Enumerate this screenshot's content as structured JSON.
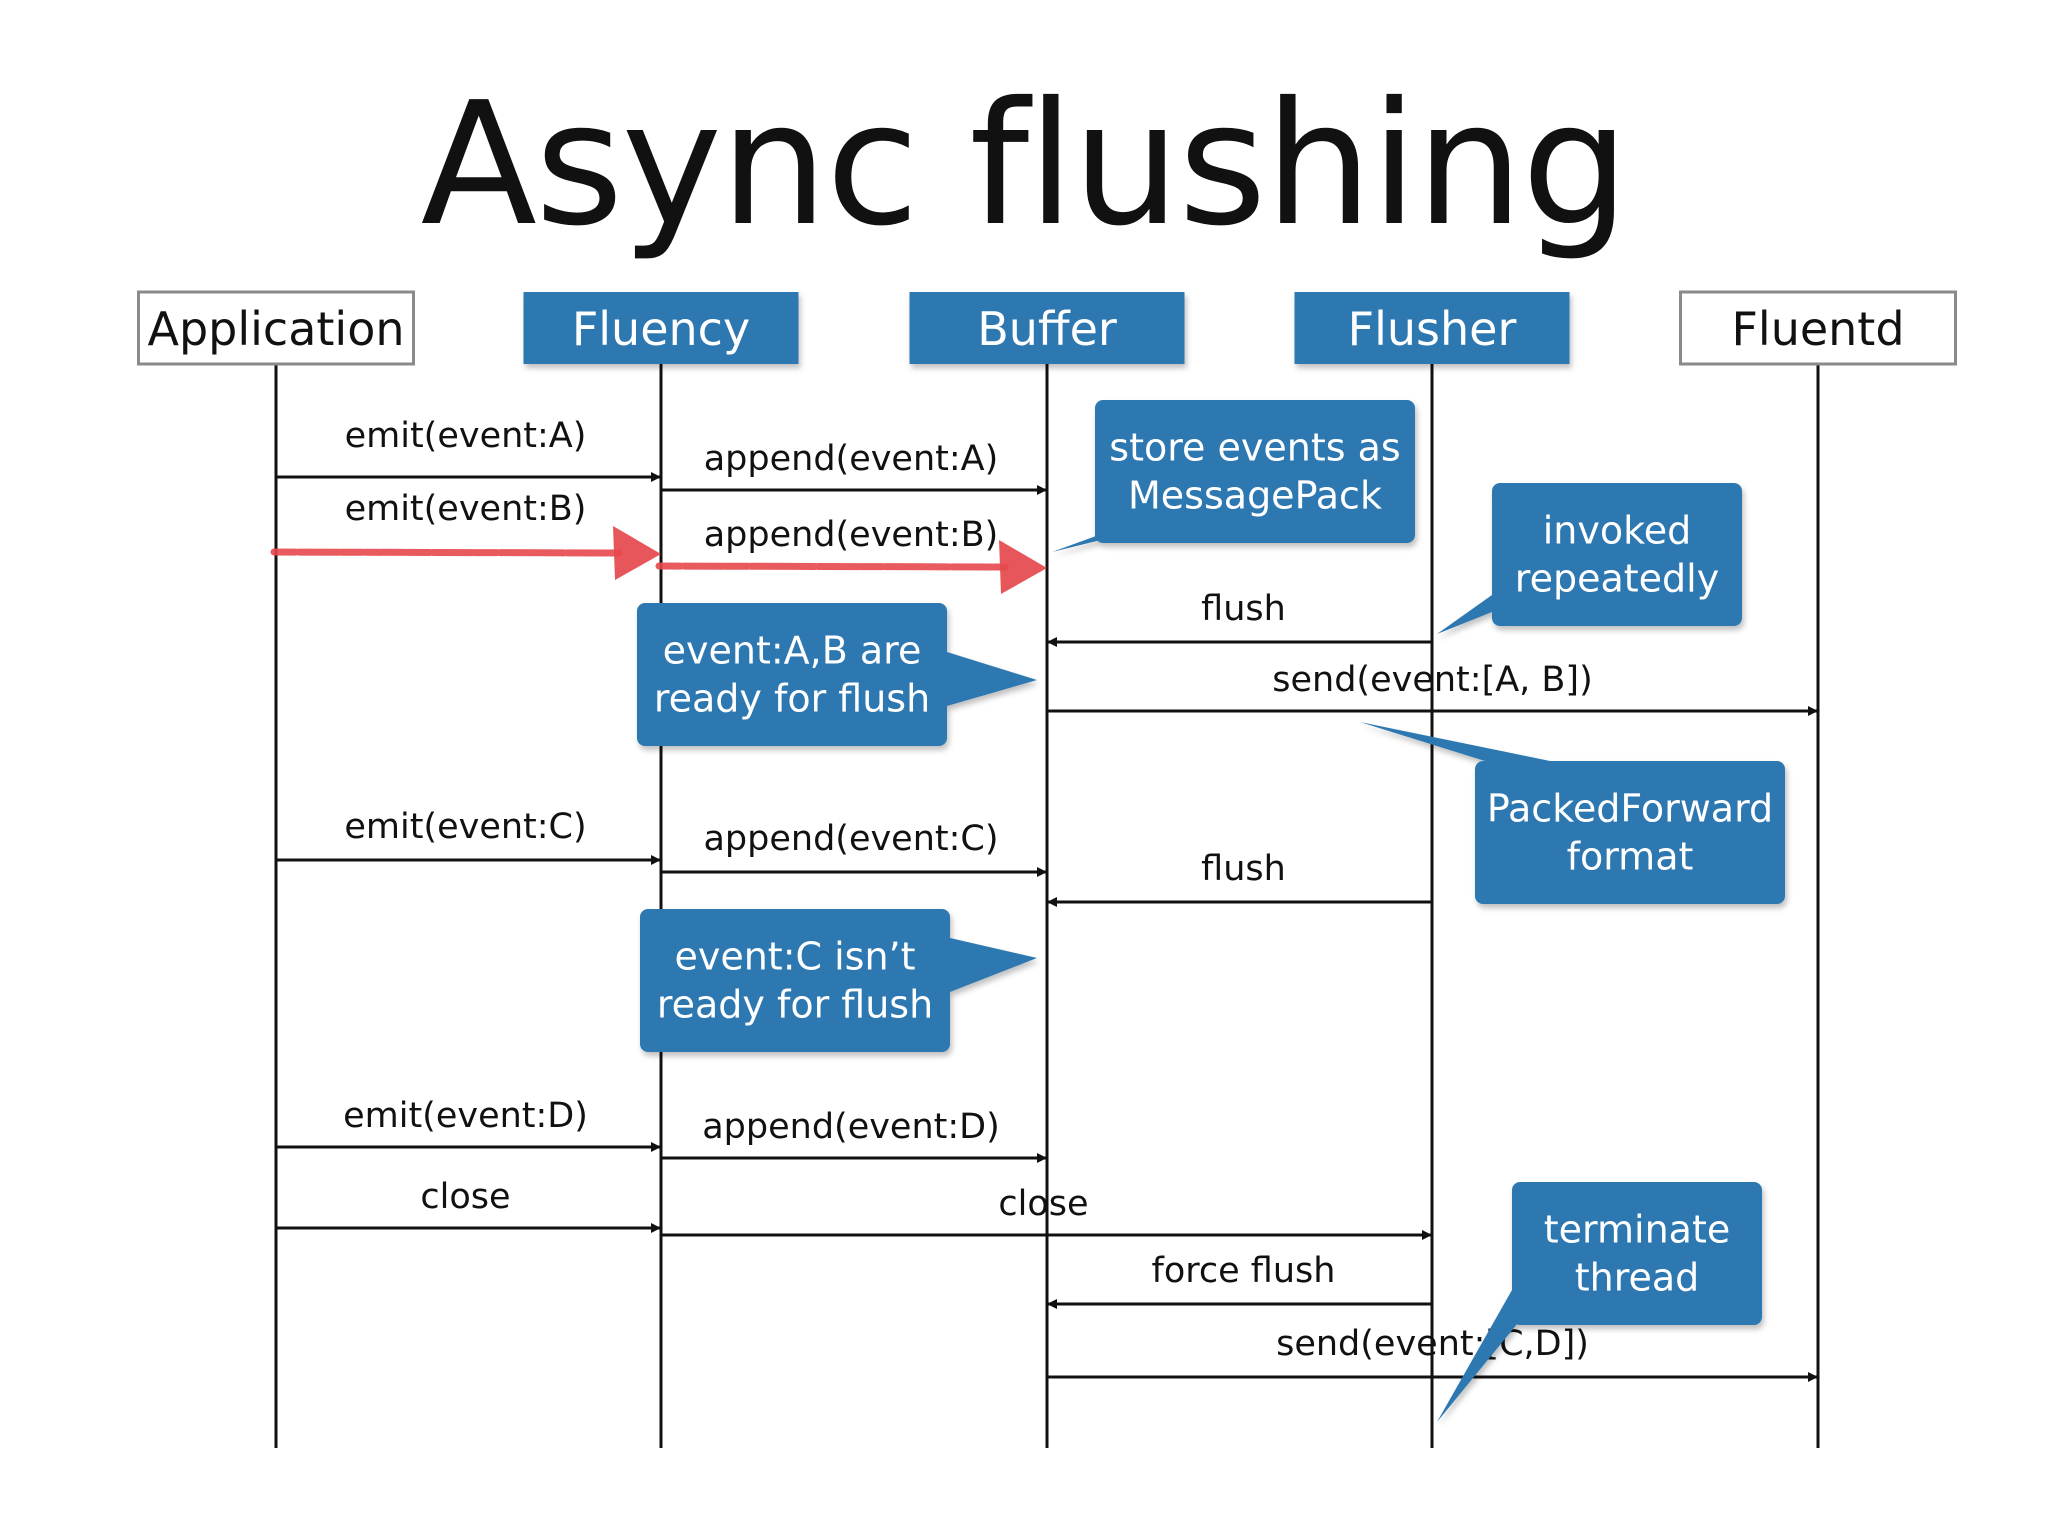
{
  "title": "Async flushing",
  "colors": {
    "box_fill": "#2e78b2",
    "box_text": "#ffffff",
    "plain_box_border": "#8a8a8a",
    "line": "#111111",
    "highlight": "#e5484d"
  },
  "participants": [
    {
      "name": "Application",
      "style": "plain"
    },
    {
      "name": "Fluency",
      "style": "filled"
    },
    {
      "name": "Buffer",
      "style": "filled"
    },
    {
      "name": "Flusher",
      "style": "filled"
    },
    {
      "name": "Fluentd",
      "style": "plain"
    }
  ],
  "messages": [
    {
      "label": "emit(event:A)",
      "from": 0,
      "to": 1
    },
    {
      "label": "append(event:A)",
      "from": 1,
      "to": 2
    },
    {
      "label": "emit(event:B)",
      "from": 0,
      "to": 1,
      "highlight": true
    },
    {
      "label": "append(event:B)",
      "from": 1,
      "to": 2,
      "highlight": true
    },
    {
      "label": "flush",
      "from": 3,
      "to": 2
    },
    {
      "label": "send(event:[A, B])",
      "from": 2,
      "to": 4
    },
    {
      "label": "emit(event:C)",
      "from": 0,
      "to": 1
    },
    {
      "label": "append(event:C)",
      "from": 1,
      "to": 2
    },
    {
      "label": "flush",
      "from": 3,
      "to": 2
    },
    {
      "label": "emit(event:D)",
      "from": 0,
      "to": 1
    },
    {
      "label": "append(event:D)",
      "from": 1,
      "to": 2
    },
    {
      "label": "close",
      "from": 0,
      "to": 1
    },
    {
      "label": "close",
      "from": 1,
      "to": 3
    },
    {
      "label": "force flush",
      "from": 3,
      "to": 2
    },
    {
      "label": "send(event:[C,D])",
      "from": 2,
      "to": 4
    }
  ],
  "callouts": [
    {
      "lines": [
        "store events as",
        "MessagePack"
      ]
    },
    {
      "lines": [
        "invoked",
        "repeatedly"
      ]
    },
    {
      "lines": [
        "event:A,B are",
        "ready for flush"
      ]
    },
    {
      "lines": [
        "PackedForward",
        "format"
      ]
    },
    {
      "lines": [
        "event:C isn’t",
        "ready for flush"
      ]
    },
    {
      "lines": [
        "terminate",
        "thread"
      ]
    }
  ]
}
